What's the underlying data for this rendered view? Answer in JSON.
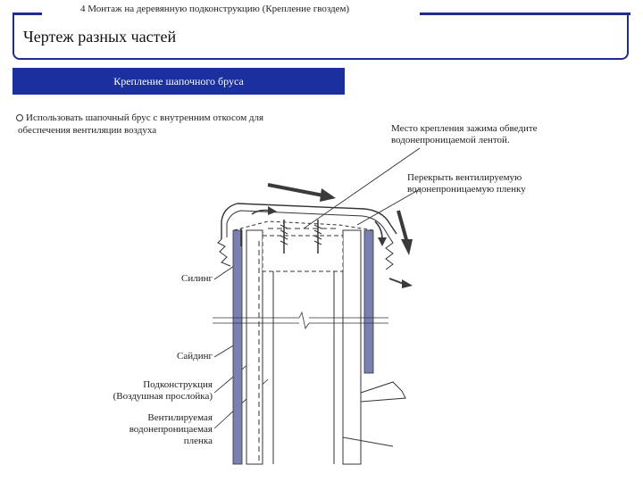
{
  "header": {
    "text": "4  Монтаж на деревянную подконструкцию (Крепление гвоздем)"
  },
  "title": "Чертеж разных частей",
  "banner": "Крепление шапочного бруса",
  "bullet": {
    "line1": "Использовать шапочный брус с внутренним откосом для",
    "line2": "обеспечения вентиляции воздуха"
  },
  "callouts": {
    "top_right_line1": "Место крепления зажима обведите",
    "top_right_line2": "водонепроницаемой лентой.",
    "film_line1": "Перекрыть вентилируемую",
    "film_line2": "водонепроницаемую пленку",
    "siding1": "Силинг",
    "siding2": "Сайдинг",
    "sub_line1": "Подконструкция",
    "sub_line2": "(Воздушная прослойка)",
    "vent_line1": "Вентилируемая",
    "vent_line2": "водонепроницаемая",
    "vent_line3": "пленка"
  },
  "colors": {
    "accent": "#1e2b8f",
    "banner": "#1b2f9e",
    "siding": "#7b80b3",
    "arrow": "#3a3a3a"
  }
}
